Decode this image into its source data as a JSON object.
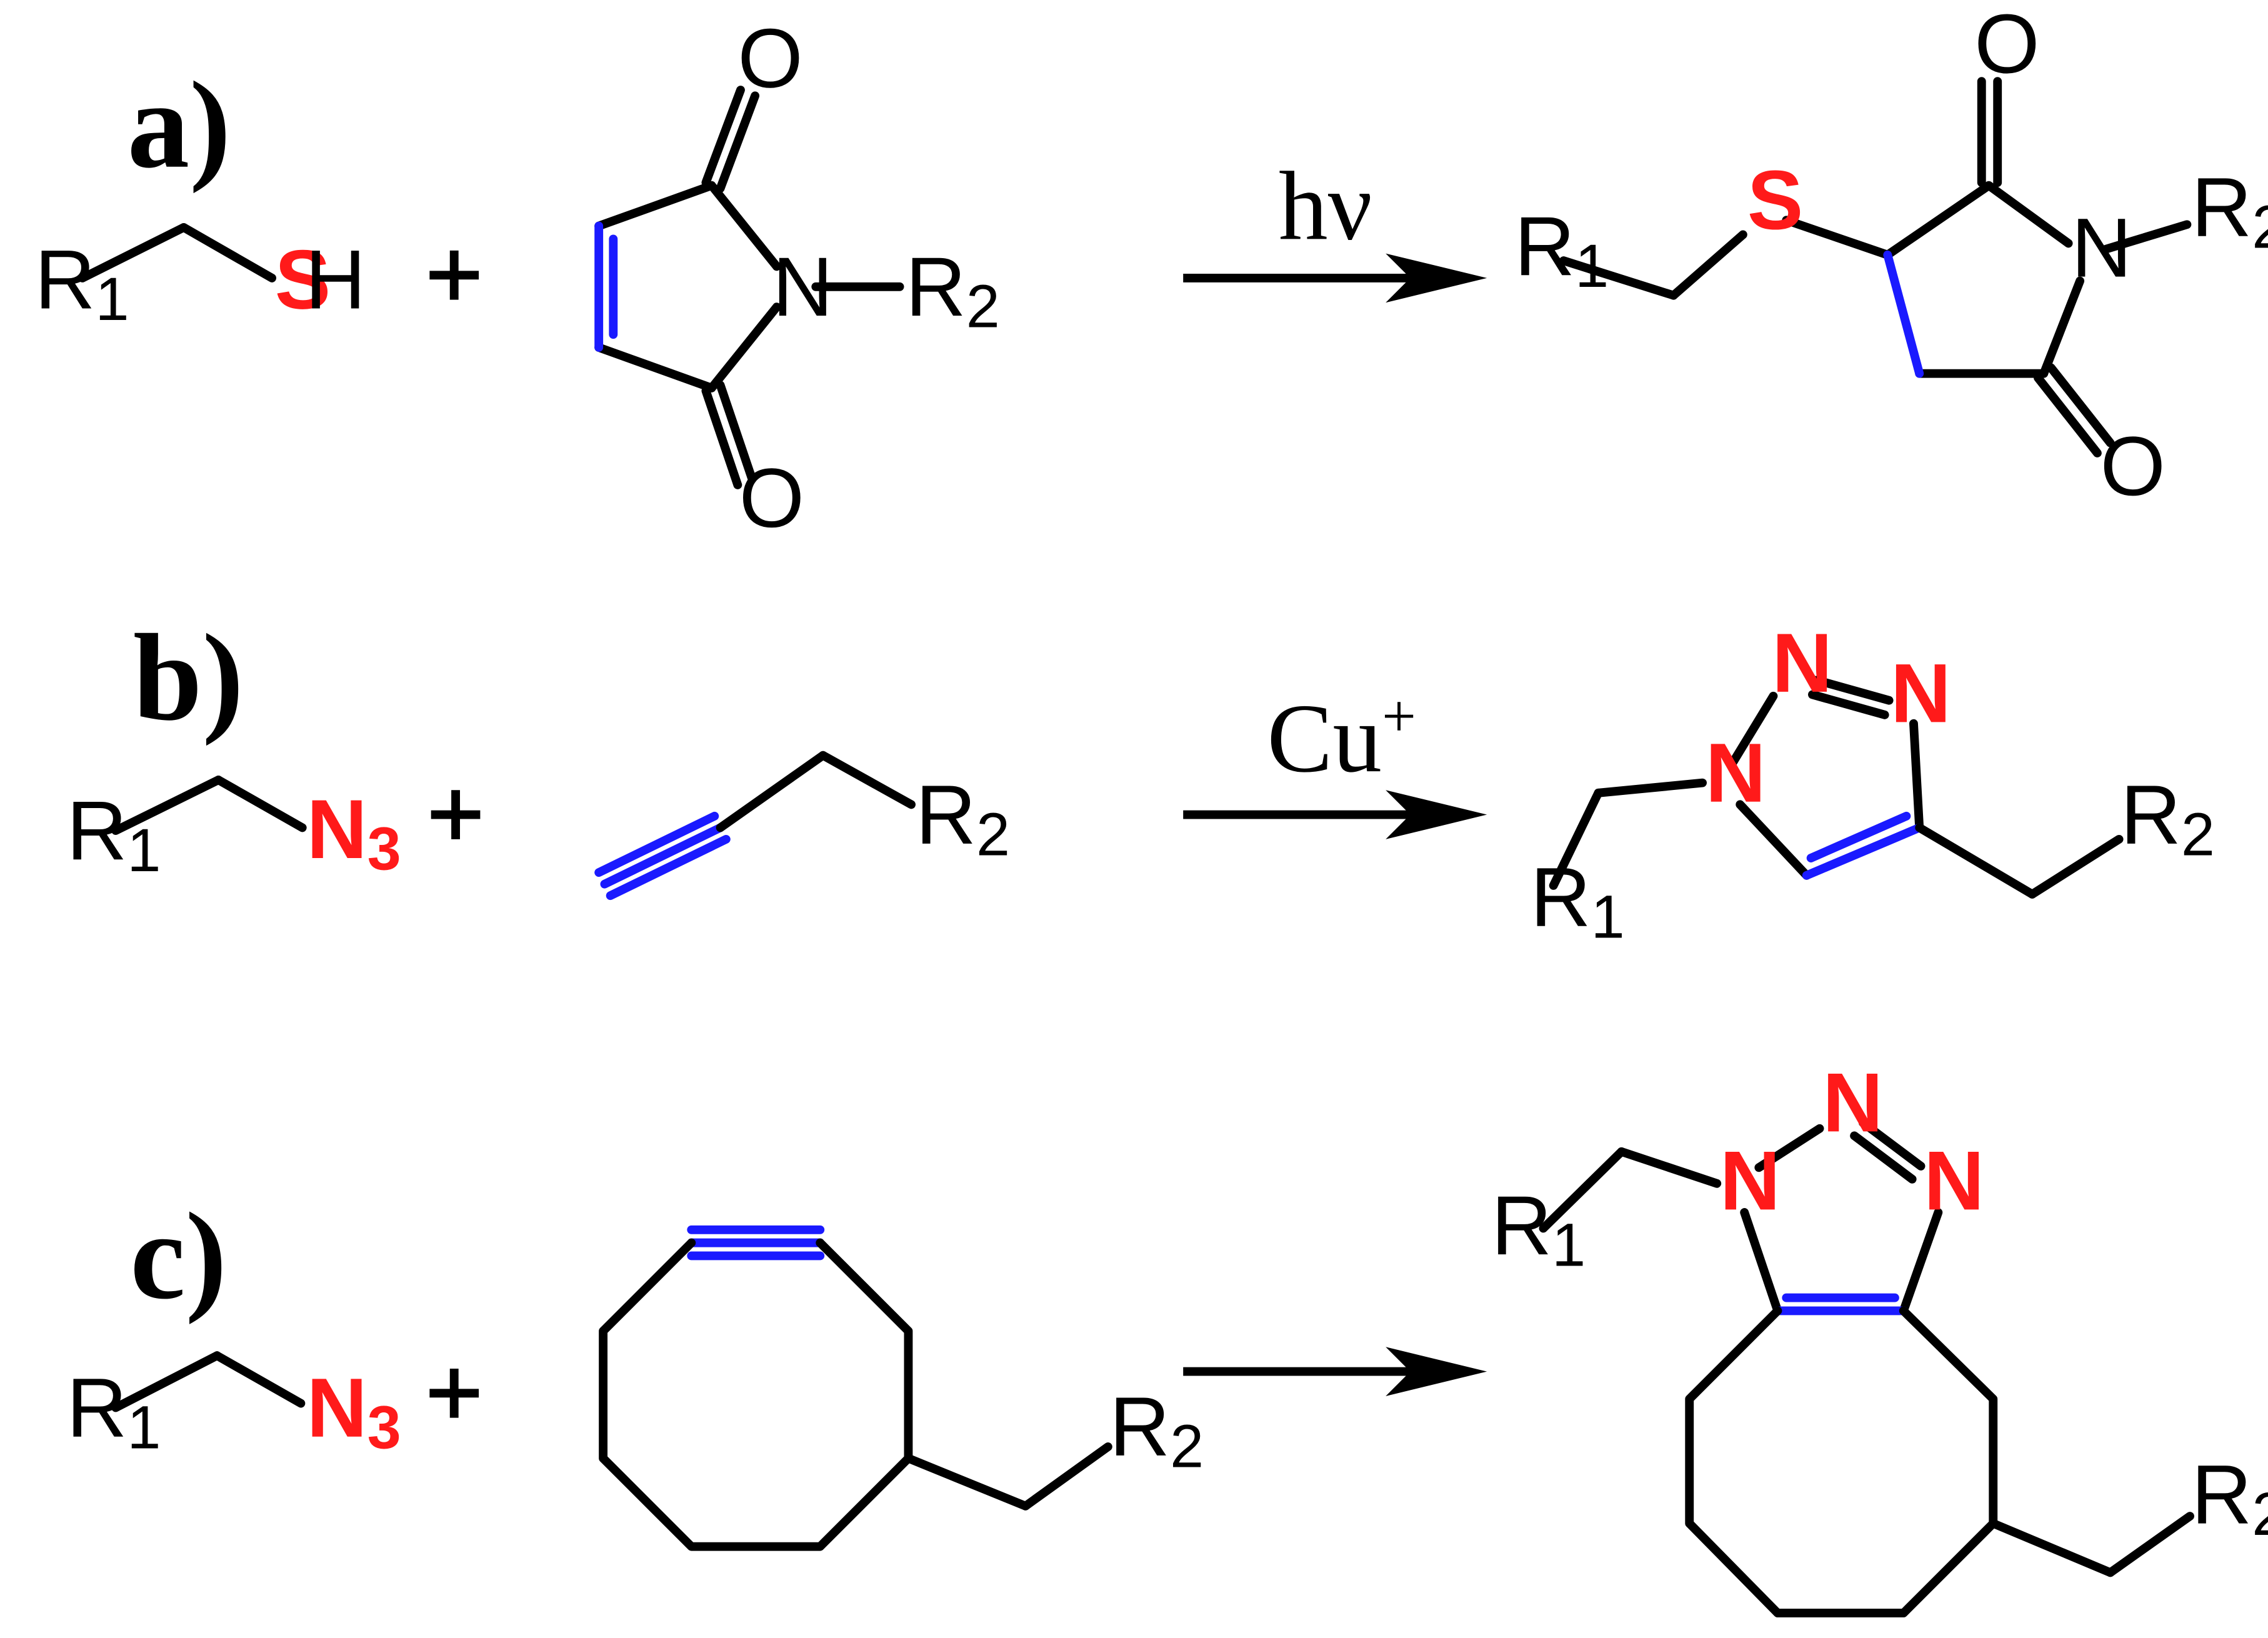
{
  "panels": [
    {
      "label": "a)",
      "condition": "hν"
    },
    {
      "label": "b)",
      "condition": "Cu",
      "condition_sup": "+"
    },
    {
      "label": "c)",
      "condition": ""
    }
  ],
  "atoms": {
    "R": "R",
    "sub1": "1",
    "sub2": "2",
    "S": "S",
    "H": "H",
    "N": "N",
    "O": "O",
    "N3": "N",
    "sub3": "3"
  },
  "colors": {
    "bond": "#000000",
    "reactive_bond": "#1a1aff",
    "reactive_atom": "#ff1a1a"
  }
}
